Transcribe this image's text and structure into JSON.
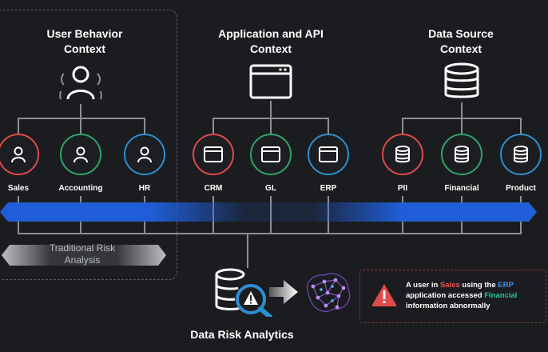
{
  "groups": [
    {
      "title_line1": "User Behavior",
      "title_line2": "Context",
      "icon": "users-icon"
    },
    {
      "title_line1": "Application and API",
      "title_line2": "Context",
      "icon": "browser-window-icon"
    },
    {
      "title_line1": "Data Source",
      "title_line2": "Context",
      "icon": "database-icon"
    }
  ],
  "nodes": {
    "sales": {
      "label": "Sales",
      "icon": "user-icon",
      "color": "#e04a4a"
    },
    "accounting": {
      "label": "Accounting",
      "icon": "user-icon",
      "color": "#2fa36b"
    },
    "hr": {
      "label": "HR",
      "icon": "user-icon",
      "color": "#2d8fd0"
    },
    "crm": {
      "label": "CRM",
      "icon": "browser-window-icon",
      "color": "#e04a4a"
    },
    "gl": {
      "label": "GL",
      "icon": "browser-window-icon",
      "color": "#2fa36b"
    },
    "erp": {
      "label": "ERP",
      "icon": "browser-window-icon",
      "color": "#2d8fd0"
    },
    "pii": {
      "label": "PII",
      "icon": "database-icon",
      "color": "#e04a4a"
    },
    "financial": {
      "label": "Financial",
      "icon": "database-icon",
      "color": "#2fa36b"
    },
    "product": {
      "label": "Product",
      "icon": "database-icon",
      "color": "#2d8fd0"
    }
  },
  "traditional": {
    "line1": "Traditional Risk",
    "line2": "Analysis"
  },
  "analytics": {
    "title": "Data Risk Analytics",
    "icons": [
      "database-search-warning-icon",
      "arrow-right-icon",
      "neural-brain-icon"
    ]
  },
  "alert": {
    "icon": "warning-triangle-icon",
    "p1": "A user in ",
    "sales": "Sales",
    "p2": " using the ",
    "erp": "ERP",
    "p3": " application accessed ",
    "financial": "Financial",
    "p4": " information abnormally"
  },
  "colors": {
    "red": "#e04a4a",
    "green": "#2fa36b",
    "blue": "#2d8fd0",
    "band": "#1f5ed8",
    "background": "#1b1c1f"
  }
}
